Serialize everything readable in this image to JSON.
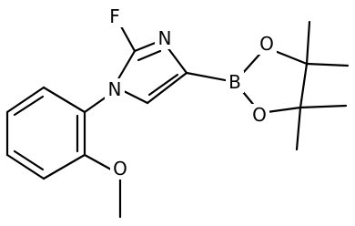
{
  "molecule": {
    "atoms": {
      "F": "F",
      "N_imine": "N",
      "N_aryl": "N",
      "B": "B",
      "O_upper": "O",
      "O_lower": "O",
      "O_methoxy": "O"
    }
  }
}
